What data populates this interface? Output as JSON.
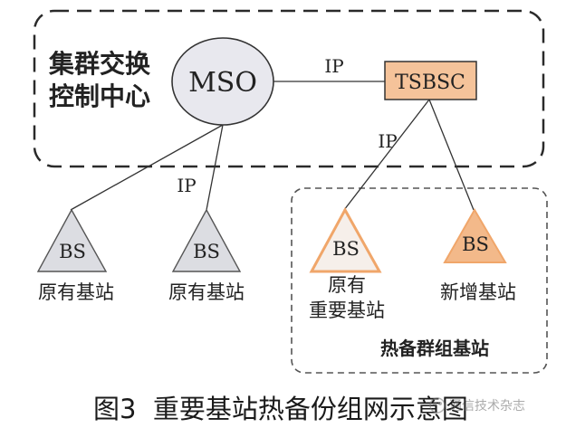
{
  "center": {
    "label_line1": "集群交换",
    "label_line2": "控制中心"
  },
  "nodes": {
    "mso": "MSO",
    "tsbsc": "TSBSC",
    "bs1": "BS",
    "bs2": "BS",
    "bs3": "BS",
    "bs4": "BS"
  },
  "links": {
    "mso_tsbsc": "IP",
    "mso_bs": "IP",
    "tsbsc_bs": "IP"
  },
  "labels": {
    "bs1": "原有基站",
    "bs2": "原有基站",
    "bs3_line1": "原有",
    "bs3_line2": "重要基站",
    "bs4": "新增基站"
  },
  "group": {
    "label": "热备群组基站"
  },
  "caption": "图3  重要基站热备份组网示意图",
  "watermark": "通信技术杂志",
  "colors": {
    "mso_fill": "#e8e8ee",
    "tsbsc_fill": "#f5c39a",
    "bs_plain_fill": "#dcdde2",
    "bs_orange_fill": "#f3b98a",
    "bs_lightorange_fill": "#f6efea",
    "bs_orange_stroke": "#f0a66a"
  }
}
